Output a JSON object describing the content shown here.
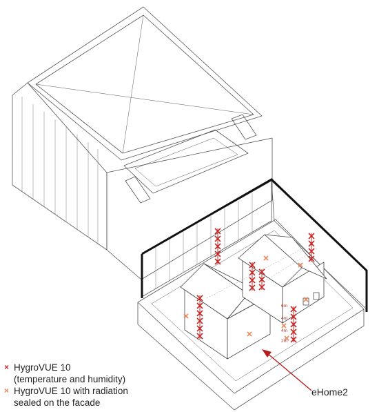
{
  "legend": {
    "items": [
      {
        "marker": "×",
        "color": "#c62828",
        "lines": [
          "HygroVUE 10",
          "(temperature and humidity)"
        ]
      },
      {
        "marker": "×",
        "color": "#e8855a",
        "lines": [
          "HygroVUE 10 with radiation",
          "sealed on the facade"
        ]
      }
    ]
  },
  "callout": {
    "label": "eHome2"
  },
  "height_labels": [
    "6m",
    "4m",
    "4m",
    "2m"
  ],
  "colors": {
    "sensor": "#c62828",
    "sensor_facade": "#e8855a",
    "line": "#555555",
    "wall": "#111111"
  },
  "icons": [
    "building-drawing",
    "red-x-marker",
    "orange-x-marker",
    "arrow-icon"
  ]
}
